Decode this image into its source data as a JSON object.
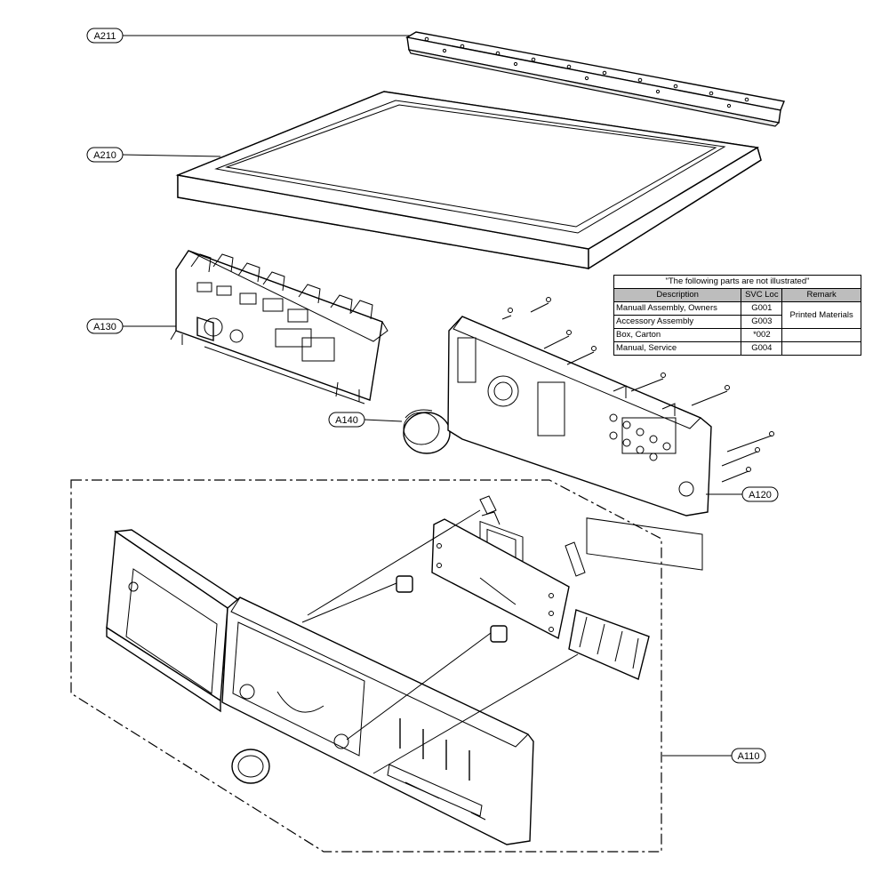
{
  "callouts": {
    "a211": "A211",
    "a210": "A210",
    "a130": "A130",
    "a140": "A140",
    "a120": "A120",
    "a110": "A110"
  },
  "table": {
    "caption": "\"The following parts are not illustrated\"",
    "headers": [
      "Description",
      "SVC Loc",
      "Remark"
    ],
    "rows": [
      {
        "description": "Manuall Assembly, Owners",
        "loc": "G001"
      },
      {
        "description": "Accessory Assembly",
        "loc": "G003"
      },
      {
        "description": "Box, Carton",
        "loc": "*002"
      },
      {
        "description": "Manual, Service",
        "loc": "G004"
      }
    ],
    "remark": "Printed Materials"
  },
  "colors": {
    "line": "#000000",
    "header_fill": "#bdbdbd",
    "background": "#ffffff"
  }
}
